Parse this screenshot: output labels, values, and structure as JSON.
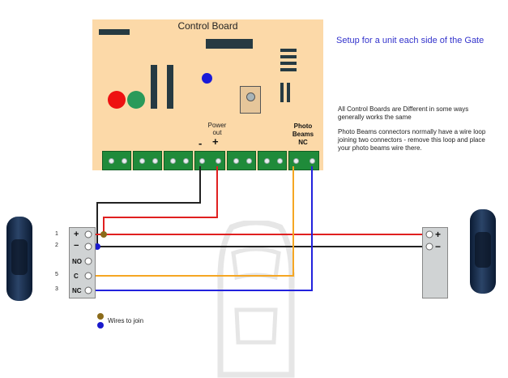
{
  "board": {
    "title": "Control Board",
    "power_label_line1": "Power",
    "power_label_line2": "out",
    "minus": "-",
    "plus": "+",
    "photo_label_line1": "Photo",
    "photo_label_line2": "Beams",
    "photo_label_line3": "NC"
  },
  "setup_title": "Setup for a unit each side of the Gate",
  "notes": {
    "line1": "All Control Boards are Different in some ways",
    "line2": "generally works the same",
    "line3": "Photo Beams connectors normally have a wire loop",
    "line4": "joining two connectors - remove this loop and place",
    "line5": "your photo beams wire there."
  },
  "left_terminal": {
    "labels": [
      "+",
      "−",
      "NO",
      "C",
      "NC"
    ],
    "numbers": [
      "1",
      "2",
      "5",
      "3"
    ]
  },
  "right_terminal": {
    "labels": [
      "+",
      "−"
    ]
  },
  "legend": {
    "text": "Wires to join"
  },
  "colors": {
    "board": "#fcd9a8",
    "terminal_green": "#1f8b3a",
    "wire_red": "#e02020",
    "wire_black": "#222222",
    "wire_orange": "#f5a623",
    "wire_blue": "#2222dd",
    "join_olive": "#8b6b1a",
    "join_blue": "#1a1acc",
    "title_blue": "#3333cc"
  },
  "icons": {
    "sensor_left": "photo-beam-sensor-icon",
    "sensor_right": "photo-beam-sensor-icon",
    "car": "car-icon"
  }
}
